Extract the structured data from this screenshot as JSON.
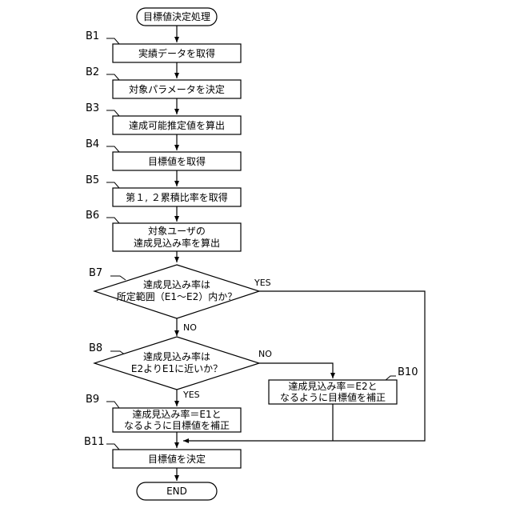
{
  "flowchart": {
    "start": "目標値決定処理",
    "end": "END",
    "steps": [
      {
        "id": "B1",
        "lines": [
          "実績データを取得"
        ]
      },
      {
        "id": "B2",
        "lines": [
          "対象パラメータを決定"
        ]
      },
      {
        "id": "B3",
        "lines": [
          "達成可能推定値を算出"
        ]
      },
      {
        "id": "B4",
        "lines": [
          "目標値を取得"
        ]
      },
      {
        "id": "B5",
        "lines": [
          "第１, ２累積比率を取得"
        ]
      },
      {
        "id": "B6",
        "lines": [
          "対象ユーザの",
          "達成見込み率を算出"
        ]
      },
      {
        "id": "B7",
        "lines": [
          "達成見込み率は",
          "所定範囲（E1～E2）内か？"
        ]
      },
      {
        "id": "B8",
        "lines": [
          "達成見込み率は",
          "E2よりE1に近いか？"
        ]
      },
      {
        "id": "B9",
        "lines": [
          "達成見込み率＝E1と",
          "なるように目標値を補正"
        ]
      },
      {
        "id": "B10",
        "lines": [
          "達成見込み率＝E2と",
          "なるように目標値を補正"
        ]
      },
      {
        "id": "B11",
        "lines": [
          "目標値を決定"
        ]
      }
    ],
    "branch_labels": {
      "b7_yes": "YES",
      "b7_no": "NO",
      "b8_no": "NO",
      "b8_yes": "YES"
    }
  },
  "colors": {
    "stroke": "#000000",
    "fill": "#ffffff",
    "text": "#000000"
  }
}
